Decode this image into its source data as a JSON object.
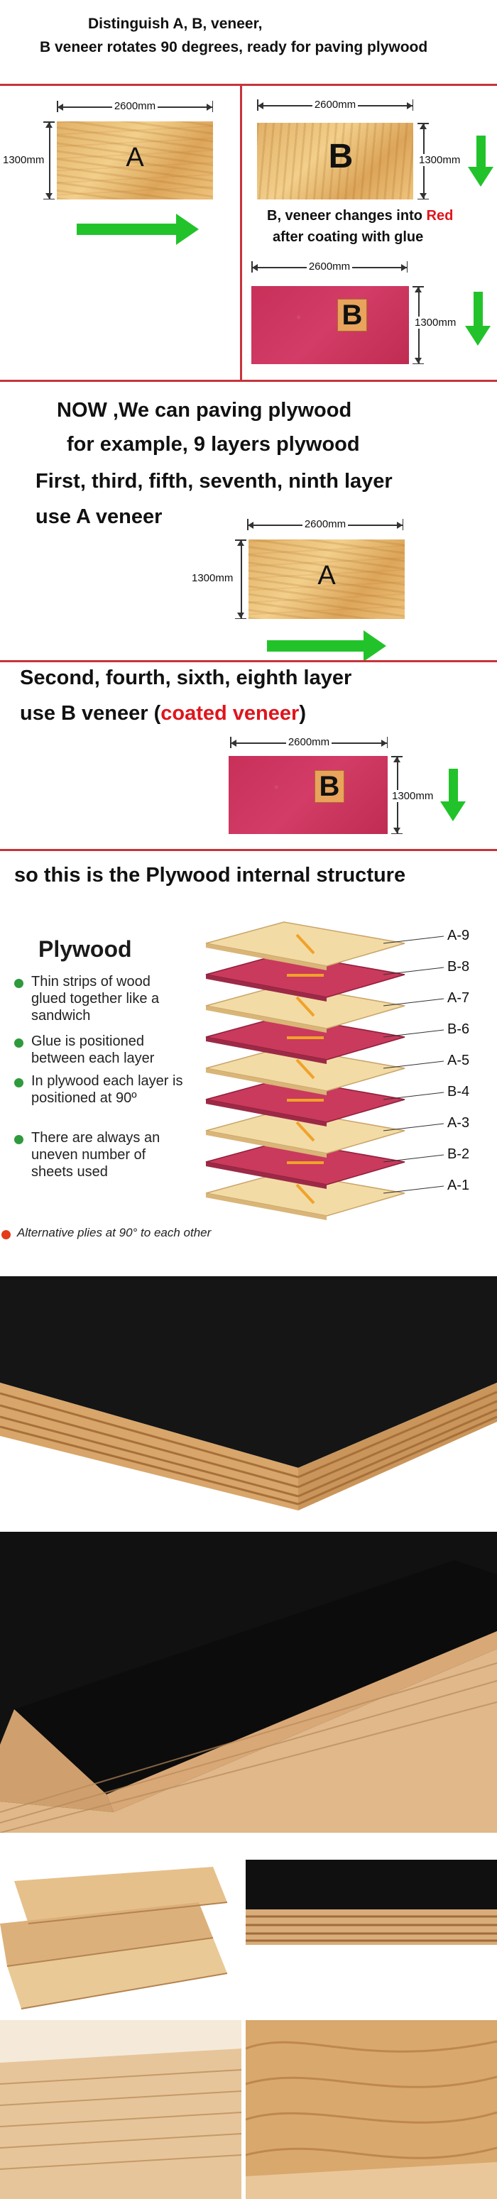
{
  "header": {
    "line1": "Distinguish  A, B, veneer,",
    "line2": "B veneer rotates 90 degrees, ready for paving plywood"
  },
  "veneer_a": {
    "letter": "A",
    "width": "2600mm",
    "height": "1300mm"
  },
  "veneer_b": {
    "letter": "B",
    "width": "2600mm",
    "height": "1300mm"
  },
  "coating_note": {
    "part1": "B, veneer changes into ",
    "red_word": "Red",
    "part2": "after coating with glue"
  },
  "coated_b": {
    "letter": "B",
    "width": "2600mm",
    "height": "1300mm"
  },
  "paving": {
    "line1": "NOW ,We can paving plywood",
    "line2": "for example,  9 layers plywood",
    "line3": "First, third, fifth, seventh, ninth layer",
    "line4": "use A veneer"
  },
  "paving_a": {
    "letter": "A",
    "width": "2600mm",
    "height": "1300mm"
  },
  "b_layers": {
    "line1": "Second, fourth, sixth, eighth layer",
    "line2_prefix": "use B veneer (",
    "line2_red": "coated veneer",
    "line2_suffix": ")"
  },
  "paving_b": {
    "letter": "B",
    "width": "2600mm",
    "height": "1300mm"
  },
  "structure": {
    "title": "so this is the Plywood internal structure",
    "diagram_title": "Plywood",
    "bullets": [
      "Thin strips of wood glued together like a sandwich",
      "Glue is positioned between each layer",
      "In plywood each layer is positioned at 90º",
      "There are always an uneven number of sheets used"
    ],
    "footnote": "Alternative plies at 90° to each other",
    "layers": [
      "A-9",
      "B-8",
      "A-7",
      "B-6",
      "A-5",
      "B-4",
      "A-3",
      "B-2",
      "A-1"
    ]
  },
  "colors": {
    "rule": "#c8333b",
    "arrow": "#22c32a",
    "coated": "#cf3762",
    "emphasis": "#e0141c"
  }
}
